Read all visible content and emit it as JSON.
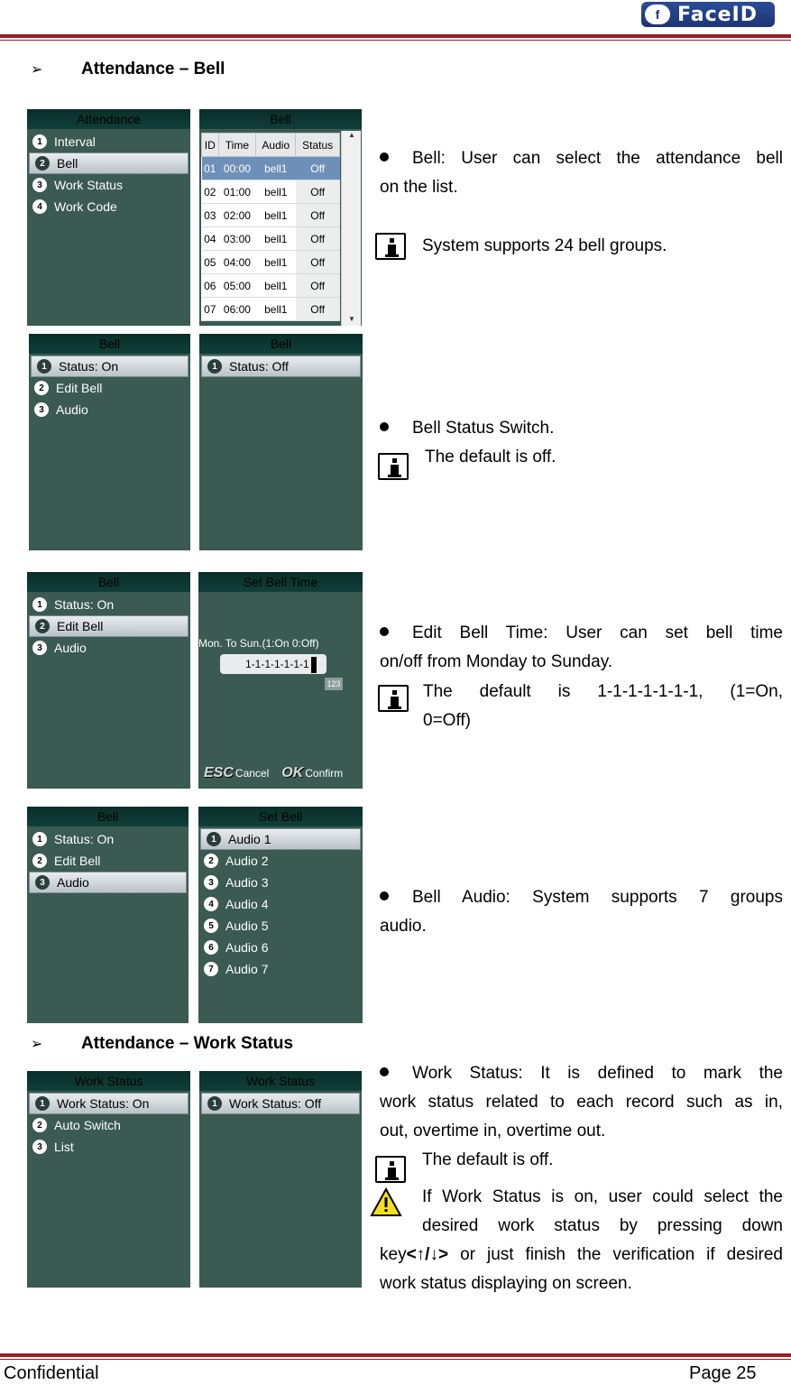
{
  "header": {
    "logo_mark": "f",
    "logo_text": "FaceID"
  },
  "sections": {
    "bell_heading": "Attendance – Bell",
    "work_status_heading": "Attendance – Work Status"
  },
  "screens": {
    "attendance": {
      "title": "Attendance",
      "items": [
        {
          "num": "1",
          "label": "Interval"
        },
        {
          "num": "2",
          "label": "Bell"
        },
        {
          "num": "3",
          "label": "Work Status"
        },
        {
          "num": "4",
          "label": "Work Code"
        }
      ]
    },
    "bell_list": {
      "title": "Bell",
      "columns": [
        "ID",
        "Time",
        "Audio",
        "Status"
      ],
      "rows": [
        [
          "01",
          "00:00",
          "bell1",
          "Off"
        ],
        [
          "02",
          "01:00",
          "bell1",
          "Off"
        ],
        [
          "03",
          "02:00",
          "bell1",
          "Off"
        ],
        [
          "04",
          "03:00",
          "bell1",
          "Off"
        ],
        [
          "05",
          "04:00",
          "bell1",
          "Off"
        ],
        [
          "06",
          "05:00",
          "bell1",
          "Off"
        ],
        [
          "07",
          "06:00",
          "bell1",
          "Off"
        ]
      ],
      "scroll_up": "▲",
      "scroll_down": "▼"
    },
    "bell_menu_on": {
      "title": "Bell",
      "items": [
        {
          "num": "1",
          "label": "Status: On"
        },
        {
          "num": "2",
          "label": "Edit Bell"
        },
        {
          "num": "3",
          "label": "Audio"
        }
      ]
    },
    "bell_status_off": {
      "title": "Bell",
      "items": [
        {
          "num": "1",
          "label": "Status: Off"
        }
      ]
    },
    "bell_menu_edit": {
      "title": "Bell",
      "items": [
        {
          "num": "1",
          "label": "Status: On"
        },
        {
          "num": "2",
          "label": "Edit Bell"
        },
        {
          "num": "3",
          "label": "Audio"
        }
      ]
    },
    "set_bell_time": {
      "title": "Set Bell Time",
      "label": "Mon. To Sun.(1:On 0:Off)",
      "value": "1-1-1-1-1-1-1",
      "mode": "123",
      "esc_key": "ESC",
      "cancel": "Cancel",
      "ok_key": "OK",
      "confirm": "Confirm"
    },
    "bell_menu_audio": {
      "title": "Bell",
      "items": [
        {
          "num": "1",
          "label": "Status: On"
        },
        {
          "num": "2",
          "label": "Edit Bell"
        },
        {
          "num": "3",
          "label": "Audio"
        }
      ]
    },
    "set_bell": {
      "title": "Set Bell",
      "items": [
        {
          "num": "1",
          "label": "Audio 1"
        },
        {
          "num": "2",
          "label": "Audio 2"
        },
        {
          "num": "3",
          "label": "Audio 3"
        },
        {
          "num": "4",
          "label": "Audio 4"
        },
        {
          "num": "5",
          "label": "Audio 5"
        },
        {
          "num": "6",
          "label": "Audio 6"
        },
        {
          "num": "7",
          "label": "Audio 7"
        }
      ]
    },
    "work_status_menu": {
      "title": "Work Status",
      "items": [
        {
          "num": "1",
          "label": "Work Status: On"
        },
        {
          "num": "2",
          "label": "Auto Switch"
        },
        {
          "num": "3",
          "label": "List"
        }
      ]
    },
    "work_status_off": {
      "title": "Work Status",
      "items": [
        {
          "num": "1",
          "label": "Work Status: Off"
        }
      ]
    }
  },
  "text": {
    "bell_select_1": "Bell: User can select the attendance bell",
    "bell_select_2": "on the list.",
    "bell_groups_note": "System supports 24 bell groups.",
    "status_switch": "Bell Status Switch.",
    "status_default": "The default is off.",
    "edit_time_1": "Edit  Bell  Time:  User  can  set  bell  time",
    "edit_time_2": "on/off from Monday to Sunday.",
    "edit_default_1": "The   default   is   1-1-1-1-1-1-1,   (1=On,",
    "edit_default_2": "0=Off)",
    "audio_1": "Bell  Audio:  System  supports  7  groups",
    "audio_2": "audio.",
    "work_1": "Work  Status:  It  is  defined  to  mark  the",
    "work_2": "work status related to each record such as in,",
    "work_3": "out, overtime in, overtime out.",
    "work_default": "The default is off.",
    "warn_1": "If Work Status is on, user could select the",
    "warn_2": "desired   work   status   by   pressing   down",
    "warn_3a": "key",
    "warn_3_keys": "<↑/↓>",
    "warn_3b": " or just finish the verification if desired",
    "warn_4": "work status displaying on screen."
  },
  "footer": {
    "left": "Confidential",
    "right": "Page 25"
  }
}
